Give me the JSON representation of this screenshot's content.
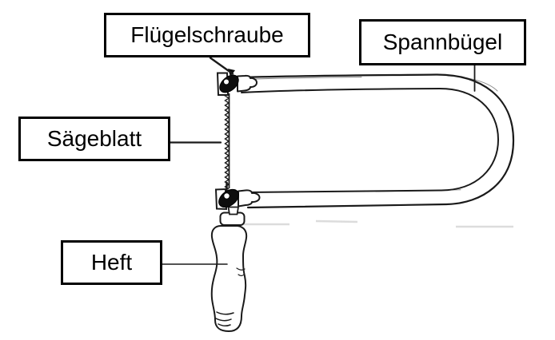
{
  "labels": {
    "fluegelschraube": "Flügelschraube",
    "spannbuegel": "Spannbügel",
    "saegeblatt": "Sägeblatt",
    "heft": "Heft"
  },
  "colors": {
    "background": "#ffffff",
    "ink": "#1a1a1a",
    "label_border": "#000000",
    "label_text": "#000000",
    "screw_fill": "#0d0d0d"
  }
}
